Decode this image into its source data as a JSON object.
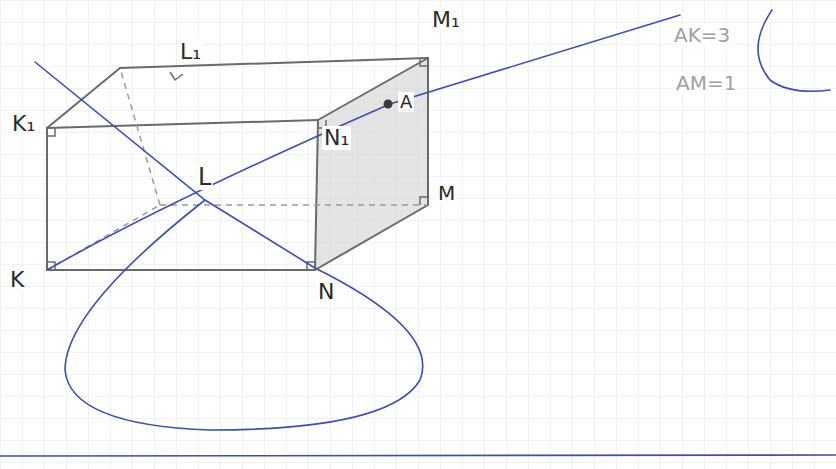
{
  "diagram": {
    "labels": [
      "L₁",
      "M₁",
      "K₁",
      "N₁",
      "A",
      "L",
      "M",
      "K",
      "N",
      "AK=3",
      "AM=1"
    ]
  }
}
